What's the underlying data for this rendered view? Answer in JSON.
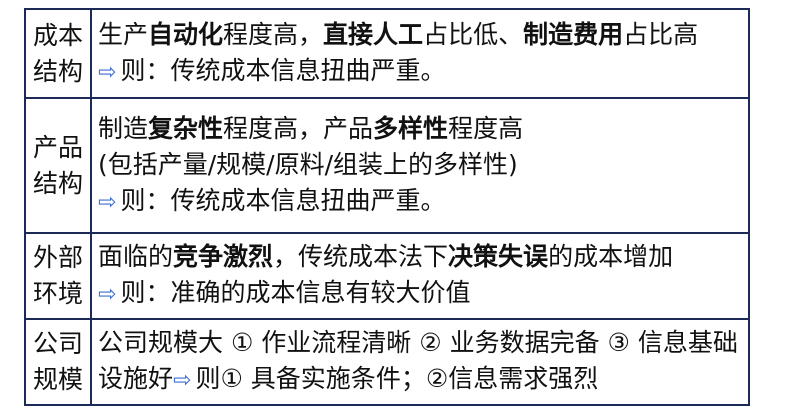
{
  "rows": [
    {
      "label": [
        "成本",
        "结构"
      ],
      "lines": [
        [
          {
            "t": "生产"
          },
          {
            "t": "自动化",
            "b": true
          },
          {
            "t": "程度高，"
          },
          {
            "t": "直接人工",
            "b": true
          },
          {
            "t": "占比低、"
          },
          {
            "t": "制造费用",
            "b": true
          },
          {
            "t": "占比高"
          }
        ],
        [
          {
            "t": "⇨",
            "a": true
          },
          {
            "t": "则：传统成本信息扭曲严重。"
          }
        ]
      ]
    },
    {
      "label": [
        "产品",
        "结构"
      ],
      "lines": [
        [
          {
            "t": "制造"
          },
          {
            "t": "复杂性",
            "b": true
          },
          {
            "t": "程度高，产品"
          },
          {
            "t": "多样性",
            "b": true
          },
          {
            "t": "程度高"
          }
        ],
        [
          {
            "t": "(包括产量/规模/原料/组装上的多样性)"
          }
        ],
        [
          {
            "t": "⇨",
            "a": true
          },
          {
            "t": "则：传统成本信息扭曲严重。"
          }
        ]
      ]
    },
    {
      "label": [
        "外部",
        "环境"
      ],
      "lines": [
        [
          {
            "t": "面临的"
          },
          {
            "t": "竞争激烈",
            "b": true
          },
          {
            "t": "，传统成本法下"
          },
          {
            "t": "决策失误",
            "b": true
          },
          {
            "t": "的成本增加"
          }
        ],
        [
          {
            "t": "⇨",
            "a": true
          },
          {
            "t": "则：准确的成本信息有较大价值"
          }
        ]
      ]
    },
    {
      "label": [
        "公司",
        "规模"
      ],
      "lines": [
        [
          {
            "t": "公司规模大 ① 作业流程清晰 ② 业务数据完备 ③ 信息基础"
          }
        ],
        [
          {
            "t": "设施好"
          },
          {
            "t": "⇨",
            "a": true
          },
          {
            "t": "则① 具备实施条件；②信息需求强烈"
          }
        ]
      ]
    }
  ]
}
